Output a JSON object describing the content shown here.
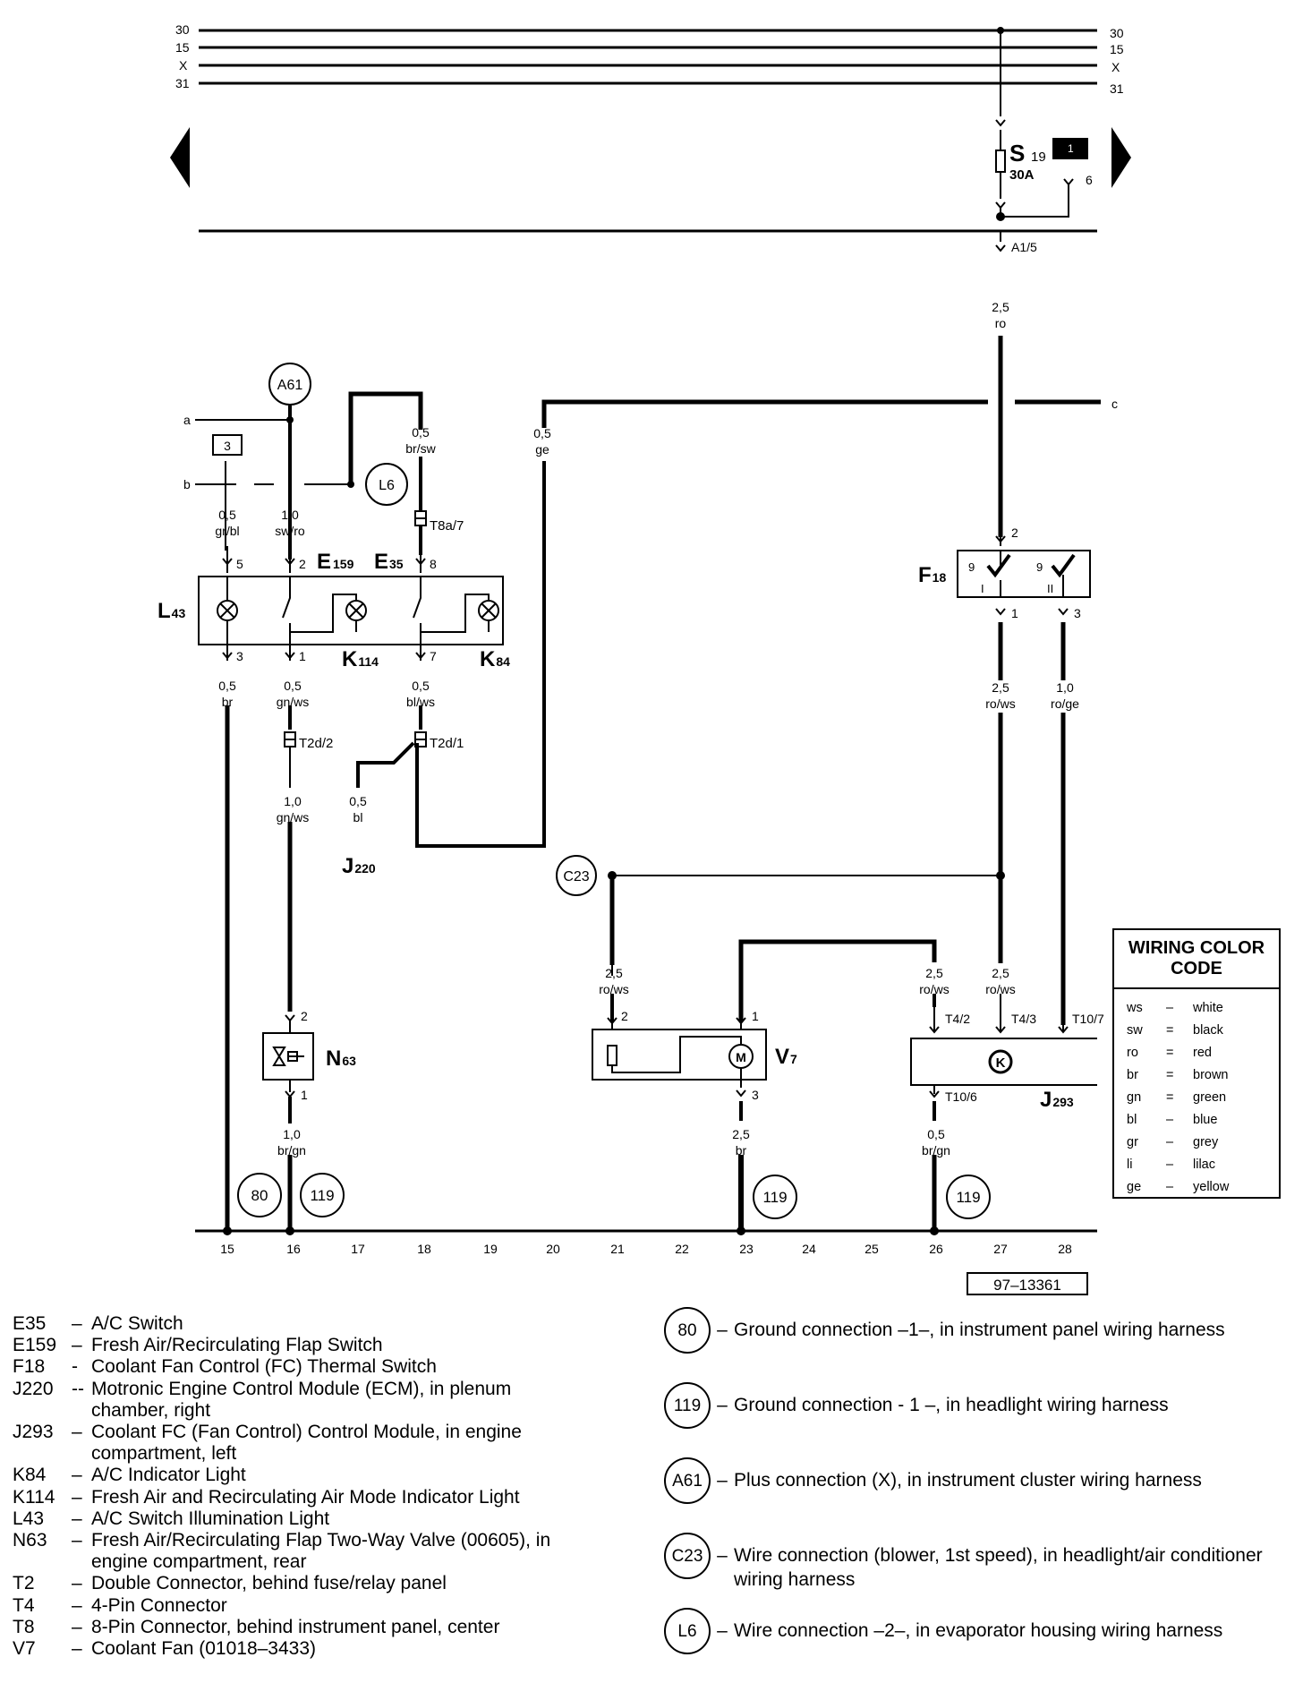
{
  "bus": {
    "left_labels": [
      "30",
      "15",
      "X",
      "31"
    ],
    "right_labels": [
      "30",
      "15",
      "X",
      "31"
    ]
  },
  "fuse": {
    "name": "S",
    "sub": "19",
    "rating": "30A",
    "box_number": "1",
    "terminal": "6"
  },
  "connectors": {
    "a15": "A1/5",
    "t8a7": "T8a/7",
    "t2d2": "T2d/2",
    "t2d1": "T2d/1",
    "t42": "T4/2",
    "t43": "T4/3",
    "t107": "T10/7",
    "t106": "T10/6"
  },
  "edge_labels": {
    "a": "a",
    "b": "b",
    "c": "c"
  },
  "wires": {
    "w_fuse": [
      "2,5",
      "ro"
    ],
    "w_brsw": [
      "0,5",
      "br/sw"
    ],
    "w_ge": [
      "0,5",
      "ge"
    ],
    "w_grbl": [
      "0,5",
      "gr/bl"
    ],
    "w_swro": [
      "1,0",
      "sw/ro"
    ],
    "w_br15": [
      "0,5",
      "br"
    ],
    "w_gnws16": [
      "0,5",
      "gn/ws"
    ],
    "w_blws18": [
      "0,5",
      "bl/ws"
    ],
    "w_gnws16b": [
      "1,0",
      "gn/ws"
    ],
    "w_bl": [
      "0,5",
      "bl"
    ],
    "w_rows27": [
      "2,5",
      "ro/ws"
    ],
    "w_roge28": [
      "1,0",
      "ro/ge"
    ],
    "w_rows21": [
      "2,5",
      "ro/ws"
    ],
    "w_rows26": [
      "2,5",
      "ro/ws"
    ],
    "w_rows27b": [
      "2,5",
      "ro/ws"
    ],
    "w_brgn16": [
      "1,0",
      "br/gn"
    ],
    "w_br23": [
      "2,5",
      "br"
    ],
    "w_brgn26": [
      "0,5",
      "br/gn"
    ]
  },
  "components": {
    "L43": [
      "L",
      "43"
    ],
    "E159": [
      "E",
      "159"
    ],
    "E35": [
      "E",
      "35"
    ],
    "K114": [
      "K",
      "114"
    ],
    "K84": [
      "K",
      "84"
    ],
    "F18": [
      "F",
      "18"
    ],
    "J220": [
      "J",
      "220"
    ],
    "N63": [
      "N",
      "63"
    ],
    "V7": [
      "V",
      "7"
    ],
    "J293": [
      "J",
      "293"
    ]
  },
  "pins": {
    "l43_top": "5",
    "e159_top": "2",
    "e35_top": "8",
    "l43_bot": "3",
    "e159_bot": "1",
    "e35_bot": "7",
    "f18_top": "2",
    "f18_bot1": "1",
    "f18_bot3": "3",
    "f18_pos_l": "9",
    "f18_pos_r": "9",
    "f18_I": "I",
    "f18_II": "II",
    "n63_top": "2",
    "n63_bot": "1",
    "v7_a": "2",
    "v7_b": "1",
    "v7_c": "3",
    "relay_box": "3"
  },
  "circles": {
    "a61": "A61",
    "l6": "L6",
    "c23": "C23",
    "g80": "80",
    "g119a": "119",
    "g119b": "119",
    "g119c": "119"
  },
  "tracks": [
    "15",
    "16",
    "17",
    "18",
    "19",
    "20",
    "21",
    "22",
    "23",
    "24",
    "25",
    "26",
    "27",
    "28"
  ],
  "ref": "97–13361",
  "color_code": {
    "title": "WIRING COLOR CODE",
    "rows": [
      [
        "ws",
        "–",
        "white"
      ],
      [
        "sw",
        "=",
        "black"
      ],
      [
        "ro",
        "=",
        "red"
      ],
      [
        "br",
        "=",
        "brown"
      ],
      [
        "gn",
        "=",
        "green"
      ],
      [
        "bl",
        "–",
        "blue"
      ],
      [
        "gr",
        "–",
        "grey"
      ],
      [
        "li",
        "–",
        "lilac"
      ],
      [
        "ge",
        "–",
        "yellow"
      ]
    ]
  },
  "legend": [
    {
      "code": "E35",
      "dash": "–",
      "desc": "A/C Switch"
    },
    {
      "code": "E159",
      "dash": "–",
      "desc": "Fresh Air/Recirculating Flap Switch"
    },
    {
      "code": "F18",
      "dash": "-",
      "desc": "Coolant Fan Control (FC) Thermal Switch"
    },
    {
      "code": "J220",
      "dash": "--",
      "desc": "Motronic Engine Control Module (ECM), in plenum chamber, right"
    },
    {
      "code": "J293",
      "dash": "–",
      "desc": "Coolant FC (Fan Control) Control Module, in engine compartment, left"
    },
    {
      "code": "K84",
      "dash": "–",
      "desc": "A/C Indicator Light"
    },
    {
      "code": "K114",
      "dash": "–",
      "desc": "Fresh Air and Recirculating Air Mode Indicator Light"
    },
    {
      "code": "L43",
      "dash": "–",
      "desc": "A/C Switch Illumination Light"
    },
    {
      "code": "N63",
      "dash": "–",
      "desc": "Fresh Air/Recirculating Flap Two-Way Valve (00605), in engine compartment, rear"
    },
    {
      "code": "T2",
      "dash": "–",
      "desc": "Double Connector, behind fuse/relay panel"
    },
    {
      "code": "T4",
      "dash": "–",
      "desc": "4-Pin Connector"
    },
    {
      "code": "T8",
      "dash": "–",
      "desc": "8-Pin Connector, behind instrument panel, center"
    },
    {
      "code": "V7",
      "dash": "–",
      "desc": "Coolant Fan (01018–3433)"
    }
  ],
  "notes": [
    {
      "id": "80",
      "dash": "–",
      "desc": "Ground connection –1–, in instrument panel wiring harness"
    },
    {
      "id": "119",
      "dash": "–",
      "desc": "Ground connection - 1 –, in headlight wiring harness"
    },
    {
      "id": "A61",
      "dash": "–",
      "desc": "Plus connection (X), in instrument cluster wiring harness"
    },
    {
      "id": "C23",
      "dash": "–",
      "desc": "Wire connection (blower, 1st speed), in headlight/air conditioner wiring harness"
    },
    {
      "id": "L6",
      "dash": "–",
      "desc": "Wire connection –2–, in evaporator housing wiring harness"
    }
  ]
}
